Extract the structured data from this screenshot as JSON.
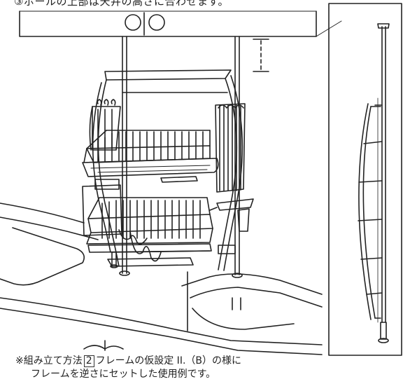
{
  "header": {
    "circled_number": "③",
    "text": "ポールの上部は天井の高さに合わせます。"
  },
  "caption": {
    "line1_prefix": "※組み立て方法",
    "step_number": "2",
    "line1_suffix": "フレームの仮設定 II.（B）の様に",
    "line2": "フレームを逆さにセットした使用例です。"
  }
}
